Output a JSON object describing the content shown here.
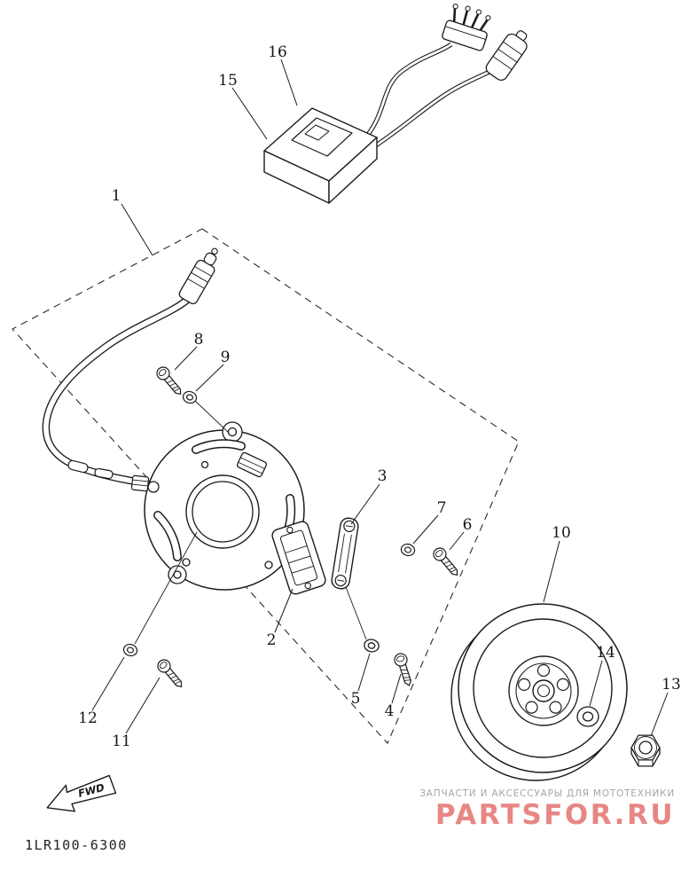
{
  "diagram": {
    "code": "1LR100-6300",
    "fwd_label": "FWD",
    "callouts": {
      "c1": "1",
      "c2": "2",
      "c3": "3",
      "c4": "4",
      "c5": "5",
      "c6": "6",
      "c7": "7",
      "c8": "8",
      "c9": "9",
      "c10": "10",
      "c11": "11",
      "c12": "12",
      "c13": "13",
      "c14": "14",
      "c15": "15",
      "c16": "16"
    }
  },
  "watermark": {
    "tagline": "ЗАПЧАСТИ И АКСЕССУАРЫ ДЛЯ МОТОТЕХНИКИ",
    "brand": "PARTSFOR.RU",
    "brand_color": "#e57b78",
    "tagline_color": "#a6a6a6"
  },
  "colors": {
    "line": "#1b1b1b",
    "background": "#ffffff"
  }
}
